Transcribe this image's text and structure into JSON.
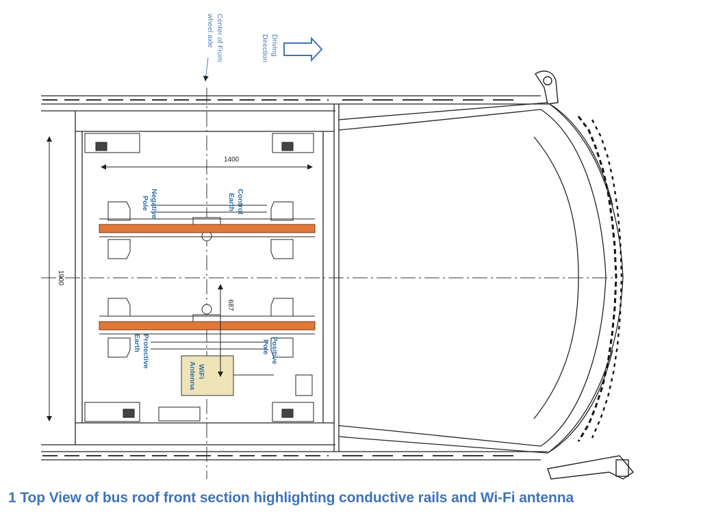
{
  "annotations": {
    "axle_line1": "Center of From",
    "axle_line2": "wheel axle",
    "direction_line1": "Driving",
    "direction_line2": "Direction",
    "dim_width": "1400",
    "dim_height": "1900",
    "dim_offset": "687",
    "negative_pole_1": "Negative",
    "negative_pole_2": "Pole",
    "control_earth_1": "Control",
    "control_earth_2": "Earth",
    "positive_pole_1": "Positive",
    "positive_pole_2": "Pole",
    "protective_earth_1": "Protective",
    "protective_earth_2": "Earth",
    "wifi_1": "WiFi",
    "wifi_2": "Antenna"
  },
  "caption": {
    "number": "1",
    "text": "Top View of bus roof front section highlighting conductive rails and Wi-Fi antenna"
  },
  "colors": {
    "rail": "#e0783a",
    "antenna_fill": "#efe3b8",
    "label_blue": "#2e6ea8",
    "caption_blue": "#3e74b8"
  }
}
